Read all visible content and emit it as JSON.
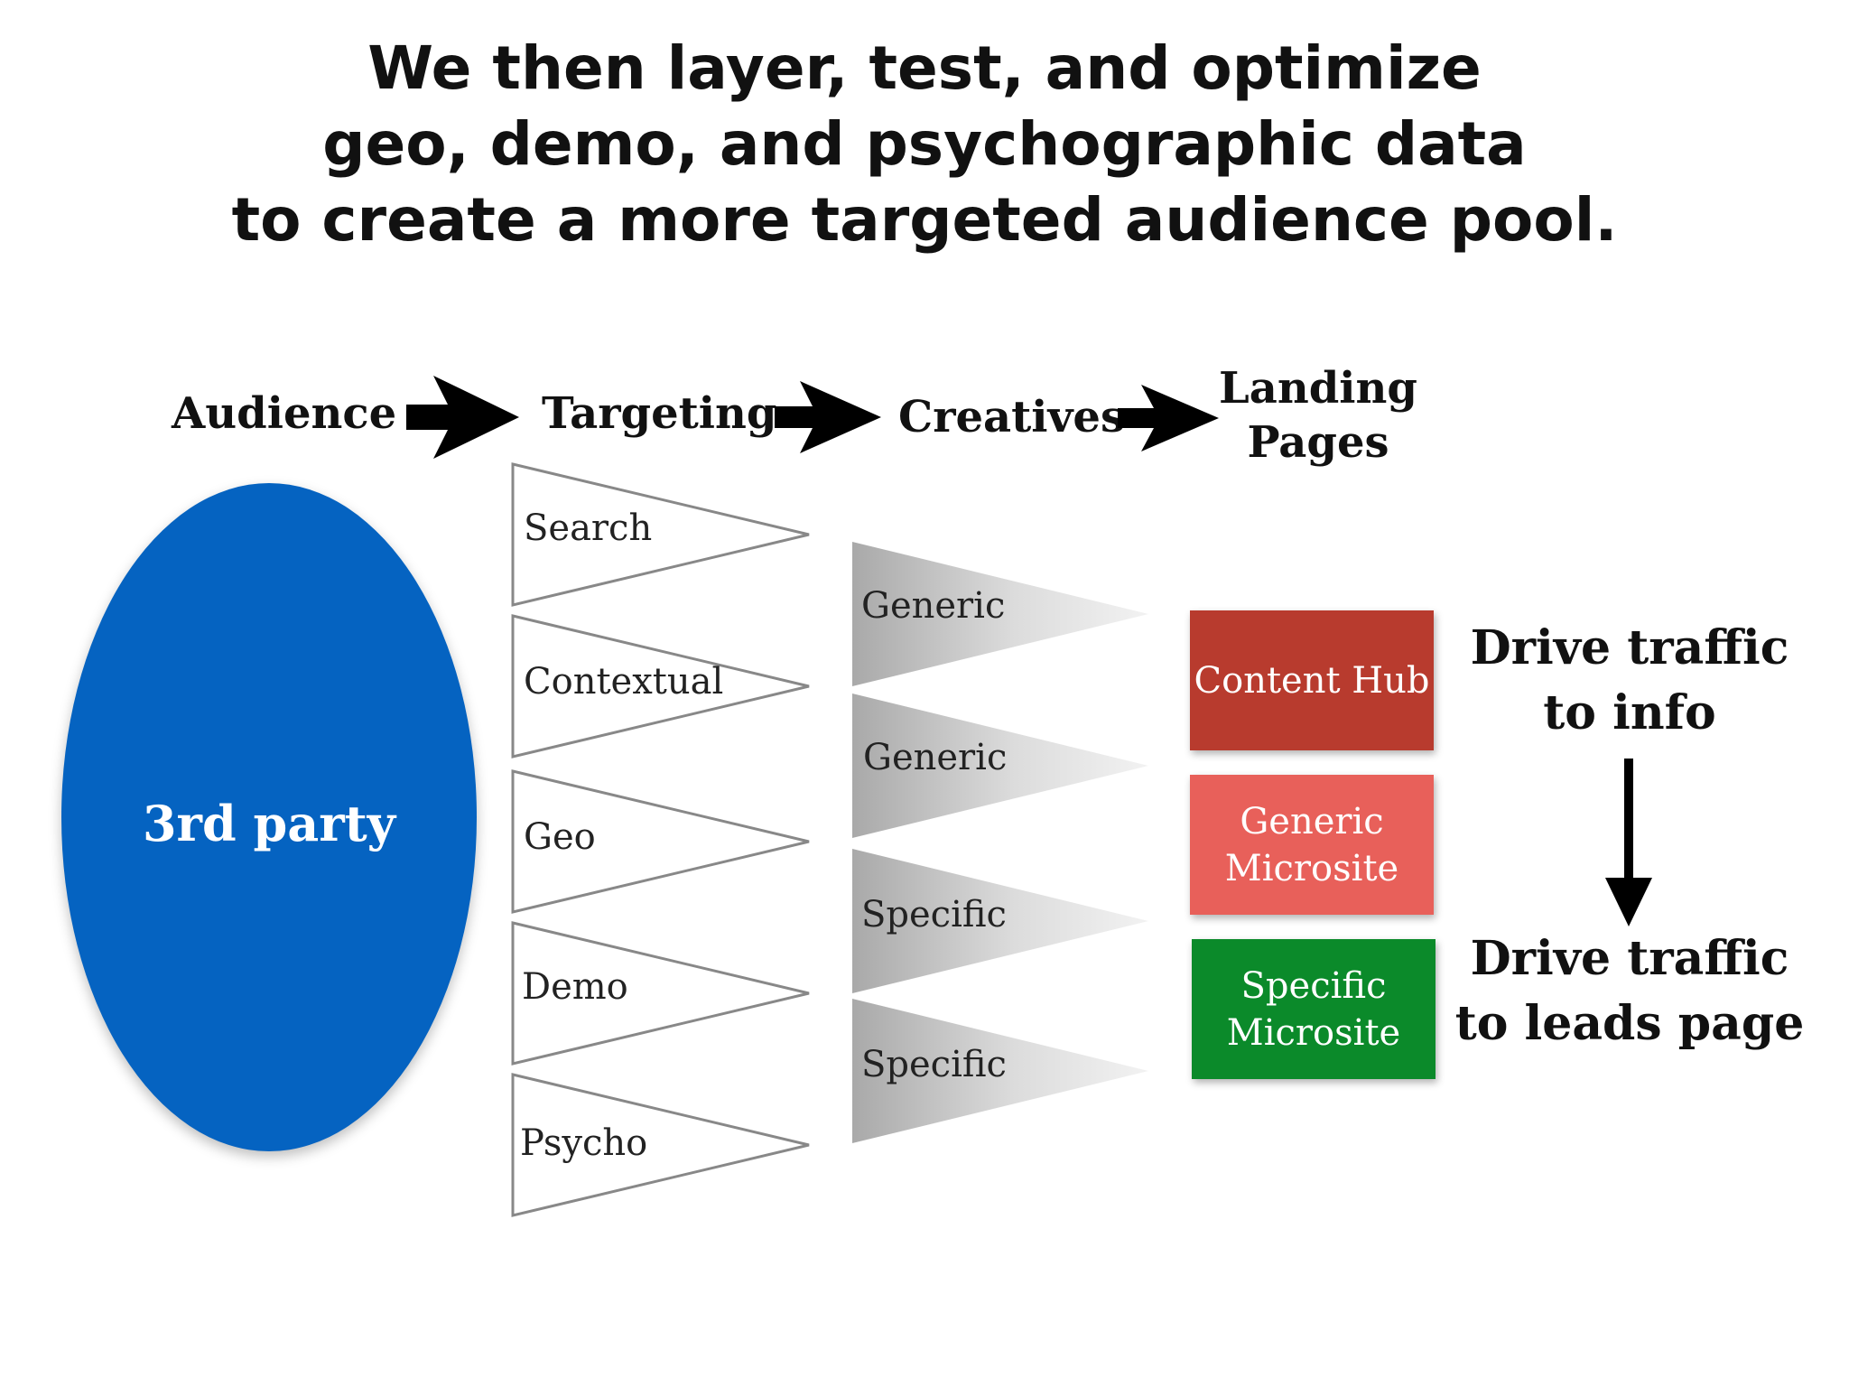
{
  "title_lines": [
    "We then layer, test, and optimize",
    "geo, demo, and psychographic data",
    "to create a more targeted audience pool."
  ],
  "headers": {
    "audience": "Audience",
    "targeting": "Targeting",
    "creatives": "Creatives",
    "landing_line1": "Landing",
    "landing_line2": "Pages"
  },
  "audience_oval": {
    "label": "3rd party",
    "color": "#0563c1"
  },
  "targeting": [
    "Search",
    "Contextual",
    "Geo",
    "Demo",
    "Psycho"
  ],
  "creatives": [
    "Generic",
    "Generic",
    "Specific",
    "Specific"
  ],
  "landing_pages": [
    {
      "lines": [
        "Content Hub"
      ],
      "color": "#b83b2e"
    },
    {
      "lines": [
        "Generic",
        "Microsite"
      ],
      "color": "#e8605a"
    },
    {
      "lines": [
        "Specific",
        "Microsite"
      ],
      "color": "#0b8a2a"
    }
  ],
  "outcomes": {
    "info": [
      "Drive traffic",
      "to info"
    ],
    "leads": [
      "Drive traffic",
      "to leads page"
    ]
  }
}
